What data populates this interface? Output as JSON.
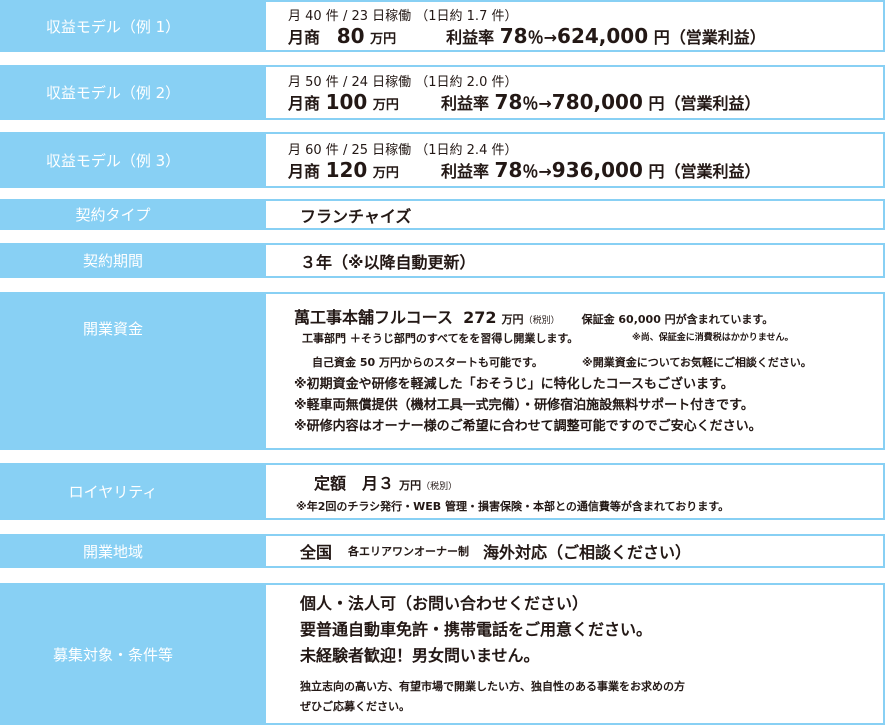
{
  "rows": [
    {
      "label": "収益モデル（例 1）",
      "line1": "月 40 件 / 23 日稼働 （1日約 1.7 件）",
      "sales_prefix": "月商",
      "sales": "80",
      "sales_unit": "万円",
      "rate_label": "利益率",
      "rate": "78",
      "rate_unit": "％→",
      "profit": "624,000",
      "profit_unit": "円（営業利益）"
    },
    {
      "label": "収益モデル（例 2）",
      "line1": "月 50 件 / 24 日稼働 （1日約 2.0 件）",
      "sales_prefix": "月商",
      "sales": "100",
      "sales_unit": "万円",
      "rate_label": "利益率",
      "rate": "78",
      "rate_unit": "％→",
      "profit": "780,000",
      "profit_unit": "円（営業利益）"
    },
    {
      "label": "収益モデル（例 3）",
      "line1": "月 60 件 / 25 日稼働 （1日約 2.4 件）",
      "sales_prefix": "月商",
      "sales": "120",
      "sales_unit": "万円",
      "rate_label": "利益率",
      "rate": "78",
      "rate_unit": "％→",
      "profit": "936,000",
      "profit_unit": "円（営業利益）"
    }
  ],
  "contract_type": {
    "label": "契約タイプ",
    "value": "フランチャイズ"
  },
  "contract_period": {
    "label": "契約期間",
    "value": "３年（※以降自動更新）"
  },
  "funds": {
    "label": "開業資金",
    "course": "萬工事本舗フルコース",
    "price": "272",
    "unit": "万円",
    "tax": "（税別）",
    "deposit": "保証金 60,000 円が含まれています。",
    "note_sub": "工事部門 ＋そうじ部門のすべてをを習得し開業します。",
    "tax_note": "※尚、保証金に消費税はかかりません。",
    "own_funds": "自己資金 50 万円からのスタートも可能です。",
    "consult": "※開業資金についてお気軽にご相談ください。",
    "notes": [
      "※初期資金や研修を軽減した「おそうじ」に特化したコースもございます。",
      "※軽車両無償提供（機材工具一式完備）・研修宿泊施設無料サポート付きです。",
      "※研修内容はオーナー様のご希望に合わせて調整可能ですのでご安心ください。"
    ]
  },
  "royalty": {
    "label": "ロイヤリティ",
    "value": "定額　月３",
    "unit": "万円",
    "tax": "（税別）",
    "note": "※年2回のチラシ発行・WEB 管理・損害保険・本部との通信費等が含まれております。"
  },
  "area": {
    "label": "開業地域",
    "main": "全国",
    "sub": "各エリアワンオーナー制",
    "overseas": "海外対応（ご相談ください）"
  },
  "target": {
    "label": "募集対象・条件等",
    "lines": [
      "個人・法人可（お問い合わせください）",
      "要普通自動車免許・携帯電話をご用意ください。",
      "未経験者歓迎！男女問いません。"
    ],
    "note1": "独立志向の高い方、有望市場で開業したい方、独自性のある事業をお求めの方",
    "note2": "ぜひご応募ください。"
  }
}
